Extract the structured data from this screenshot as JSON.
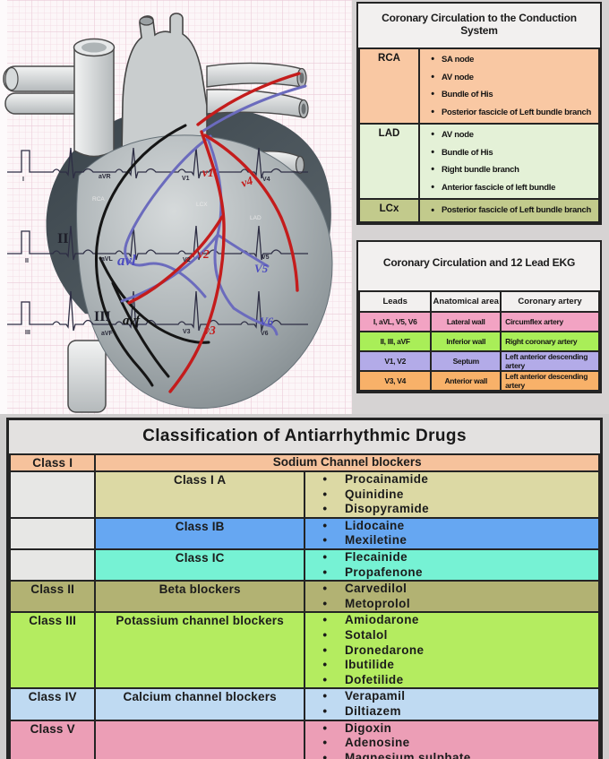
{
  "heart_figure": {
    "ecg_strip_rows": {
      "row1": [
        "I",
        "aVR",
        "V1",
        "V4"
      ],
      "row2": [
        "II",
        "aVL",
        "V2",
        "V5"
      ],
      "row3": [
        "III",
        "aVF",
        "V3",
        "V6"
      ]
    },
    "lead_region_labels": {
      "lead2": "II",
      "lead3": "III",
      "avl": "avl",
      "avf": "avf"
    },
    "artery_labels": {
      "rca": "RCA",
      "lcx": "LCX",
      "lad": "LAD"
    },
    "precordial_labels": {
      "v1": "v1",
      "v2": "v2",
      "v3": "v3",
      "v4": "v4",
      "v5": "V5",
      "v6": "V6"
    }
  },
  "conduction_table": {
    "title": "Coronary Circulation to the Conduction System",
    "rows": [
      {
        "artery": "RCA",
        "items": [
          "SA node",
          "AV node",
          "Bundle of His",
          "Posterior fascicle of Left bundle branch"
        ]
      },
      {
        "artery": "LAD",
        "items": [
          "AV node",
          "Bundle of His",
          "Right bundle branch",
          "Anterior fascicle of left bundle"
        ]
      },
      {
        "artery": "LCx",
        "items": [
          "Posterior fascicle of Left bundle branch"
        ]
      }
    ]
  },
  "ekg_table": {
    "title": "Coronary Circulation and 12 Lead EKG",
    "headers": [
      "Leads",
      "Anatomical area",
      "Coronary artery"
    ],
    "rows": [
      {
        "leads": "I, aVL, V5, V6",
        "area": "Lateral wall",
        "artery": "Circumflex artery"
      },
      {
        "leads": "II, III, aVF",
        "area": "Inferior wall",
        "artery": "Right coronary artery"
      },
      {
        "leads": "V1, V2",
        "area": "Septum",
        "artery": "Left anterior descending artery"
      },
      {
        "leads": "V3, V4",
        "area": "Anterior wall",
        "artery": "Left anterior descending artery"
      }
    ]
  },
  "drug_table": {
    "title": "Classification of Antiarrhythmic Drugs",
    "rows": [
      {
        "class_label": "Class I",
        "description": "Sodium Channel blockers",
        "drugs": []
      },
      {
        "class_label": "",
        "description": "Class I A",
        "drugs": [
          "Procainamide",
          "Quinidine",
          "Disopyramide"
        ]
      },
      {
        "class_label": "",
        "description": "Class IB",
        "drugs": [
          "Lidocaine",
          "Mexiletine"
        ]
      },
      {
        "class_label": "",
        "description": "Class IC",
        "drugs": [
          "Flecainide",
          "Propafenone"
        ]
      },
      {
        "class_label": "Class II",
        "description": "Beta blockers",
        "drugs": [
          "Carvedilol",
          "Metoprolol"
        ]
      },
      {
        "class_label": "Class III",
        "description": "Potassium channel blockers",
        "drugs": [
          "Amiodarone",
          "Sotalol",
          "Dronedarone",
          "Ibutilide",
          "Dofetilide"
        ]
      },
      {
        "class_label": "Class IV",
        "description": "Calcium channel blockers",
        "drugs": [
          "Verapamil",
          "Diltiazem"
        ]
      },
      {
        "class_label": "Class V",
        "description": "",
        "drugs": [
          "Digoxin",
          "Adenosine",
          "Magnesium sulphate"
        ]
      }
    ]
  },
  "colors": {
    "conduction_rca_row": "#f9c8a3",
    "conduction_lad_row": "#e4f1d7",
    "conduction_lcx_row": "#c2ca8c",
    "ekg_lateral_pink": "#f2a3c3",
    "ekg_inferior_green": "#a9ee58",
    "ekg_septum_purple": "#b3abe8",
    "ekg_anterior_orange": "#f8b169",
    "class1_salmon": "#f6c29c",
    "class1a_tan": "#dcd9a4",
    "class1b_blue": "#66a7f2",
    "class1c_cyan": "#76f2d4",
    "class2_olive": "#b2b273",
    "class3_green": "#b4ec60",
    "class4_blue": "#bfdaf2",
    "class5_pink": "#ec9eb6",
    "artery_red": "#c41c1c",
    "artery_blue": "#6b6bbd",
    "artery_black": "#151515",
    "ecg_grid_pink": "#eacbd8"
  }
}
